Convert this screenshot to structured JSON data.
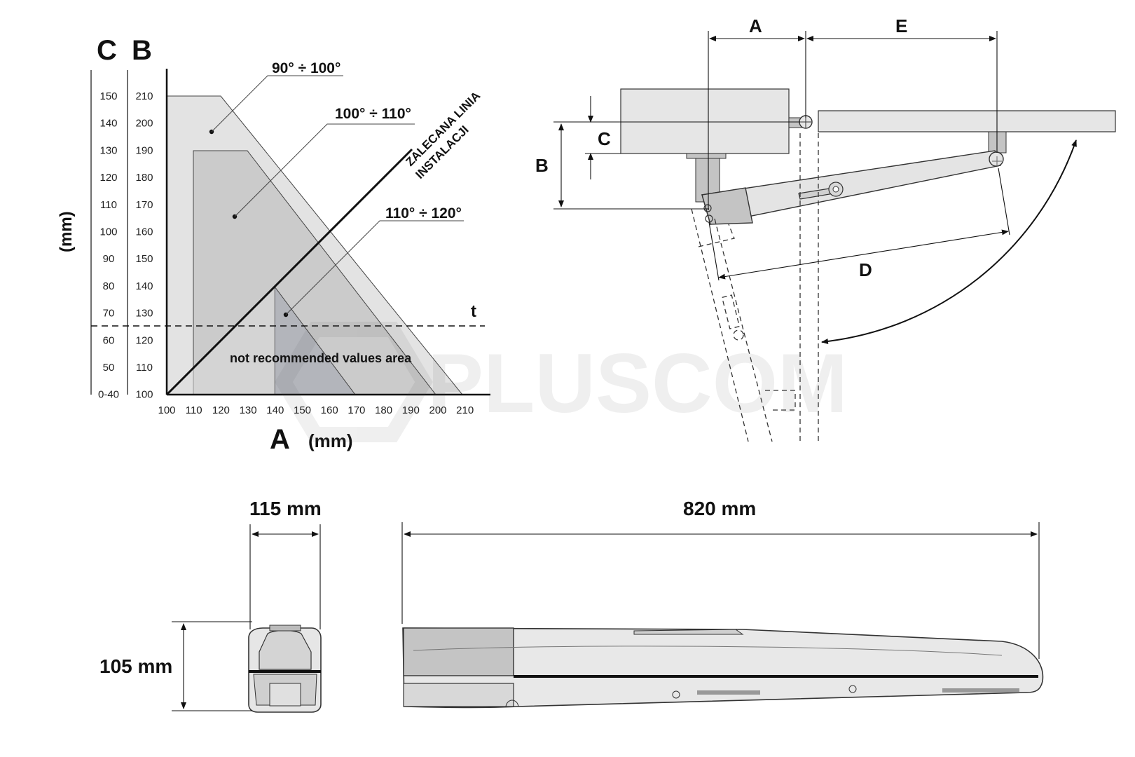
{
  "diagram": {
    "left_axis_letters": {
      "c": "C",
      "b": "B"
    },
    "y_unit": "(mm)",
    "x_letter": "A",
    "x_unit": "(mm)",
    "recommended_line": {
      "line1": "ZALECANA LINIA",
      "line2": "INSTALACJI"
    },
    "threshold_label": "t",
    "not_recommended": "not recommended values area",
    "zones": [
      {
        "label": "90° ÷ 100°"
      },
      {
        "label": "100° ÷ 110°"
      },
      {
        "label": "110° ÷ 120°"
      }
    ],
    "c_ticks": [
      "150",
      "140",
      "130",
      "120",
      "110",
      "100",
      "90",
      "80",
      "70",
      "60",
      "50",
      "0-40"
    ],
    "b_ticks": [
      "210",
      "200",
      "190",
      "180",
      "170",
      "160",
      "150",
      "140",
      "130",
      "120",
      "110",
      "100"
    ],
    "a_ticks": [
      "100",
      "110",
      "120",
      "130",
      "140",
      "150",
      "160",
      "170",
      "180",
      "190",
      "200",
      "210"
    ]
  },
  "install": {
    "labels": {
      "a": "A",
      "e": "E",
      "b": "B",
      "c": "C",
      "d": "D"
    }
  },
  "dimensions": {
    "width": "115 mm",
    "length": "820 mm",
    "height": "105 mm"
  },
  "watermark": "PLUSCOM",
  "colors": {
    "zone1": "#e3e3e3",
    "zone2": "#cbcbcb",
    "zone3": "#b3b5bb",
    "line": "#111111",
    "body": "#e6e6e6",
    "body_dark": "#c4c4c4"
  }
}
